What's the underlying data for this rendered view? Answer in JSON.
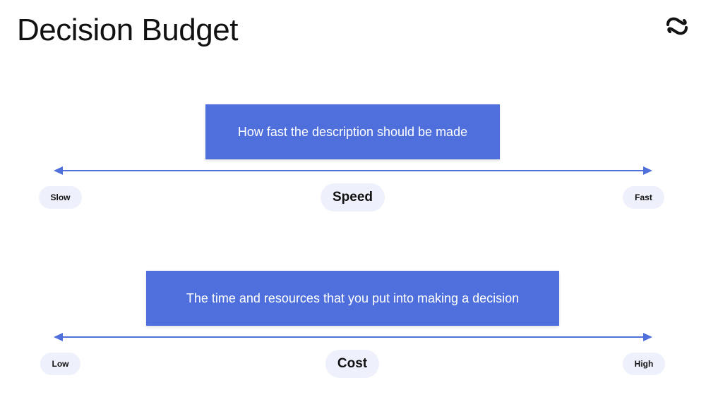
{
  "title": "Decision Budget",
  "logo_icon": "brand-logo-icon",
  "accent_color": "#4f6fdc",
  "pill_color": "#eef0fb",
  "scales": [
    {
      "name": "Speed",
      "description": "How fast the description should be made",
      "left_label": "Slow",
      "right_label": "Fast"
    },
    {
      "name": "Cost",
      "description": "The time and resources that you put into making a decision",
      "left_label": "Low",
      "right_label": "High"
    }
  ]
}
